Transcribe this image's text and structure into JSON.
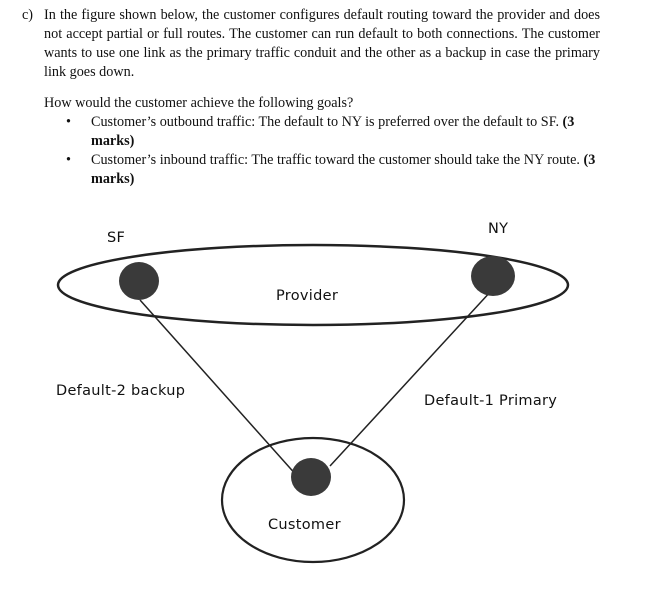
{
  "question": {
    "marker": "c)",
    "intro": "In the figure shown below, the customer configures default routing toward the provider and does not accept partial or full routes. The customer can run default to both connections. The customer wants to use one link as the primary traffic conduit and the other as a backup in case the primary link goes down.",
    "prompt": "How would the customer achieve the following goals?",
    "goals": [
      {
        "text": "Customer’s outbound traffic: The default to NY is preferred over the default to SF.",
        "marks": "(3 marks)"
      },
      {
        "text": "Customer’s inbound traffic: The traffic toward the customer should take the NY route.",
        "marks": "(3 marks)"
      }
    ]
  },
  "diagram": {
    "provider_label": "Provider",
    "customer_label": "Customer",
    "sf_label": "SF",
    "ny_label": "NY",
    "backup_link_label": "Default-2 backup",
    "primary_link_label": "Default-1 Primary",
    "node_color": "#3a3a3a",
    "line_color": "#222222"
  }
}
